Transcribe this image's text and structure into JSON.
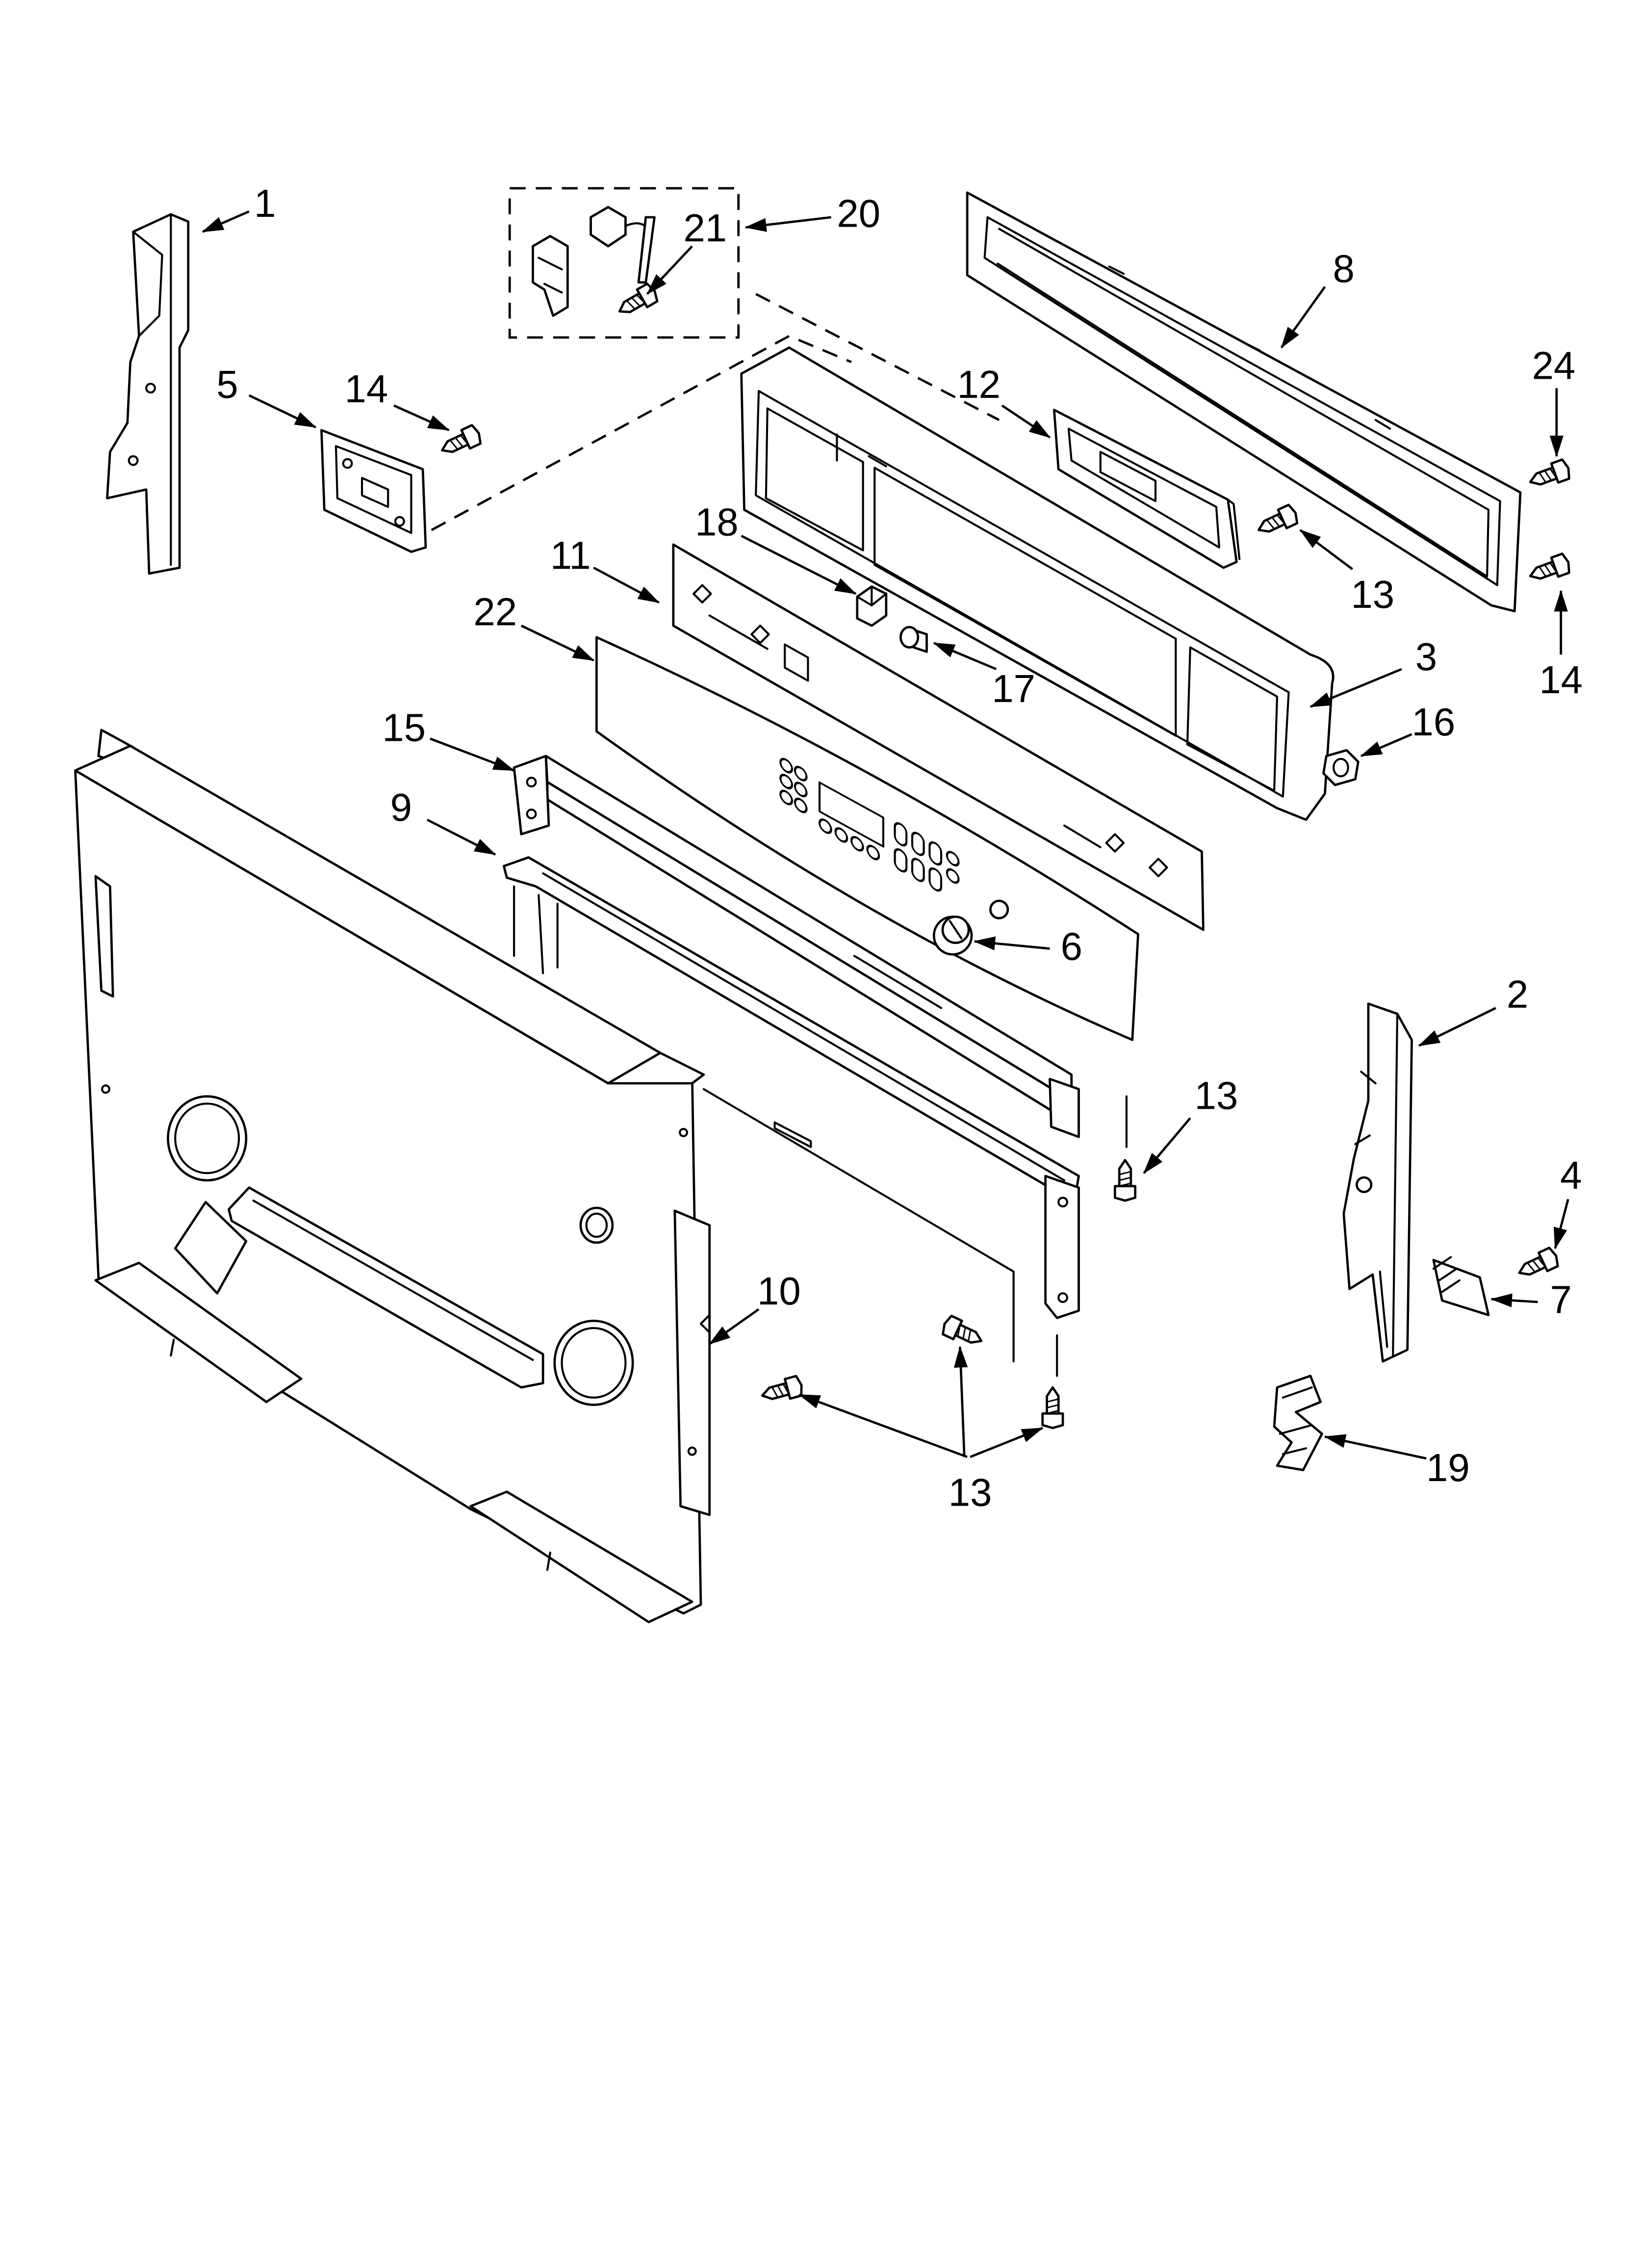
{
  "callouts": [
    "1",
    "20",
    "21",
    "8",
    "24",
    "5",
    "14",
    "12",
    "18",
    "11",
    "13",
    "22",
    "3",
    "14",
    "17",
    "16",
    "15",
    "9",
    "6",
    "2",
    "13",
    "4",
    "10",
    "7",
    "19",
    "13"
  ],
  "colors": {
    "line": "#000000",
    "background": "#ffffff"
  }
}
